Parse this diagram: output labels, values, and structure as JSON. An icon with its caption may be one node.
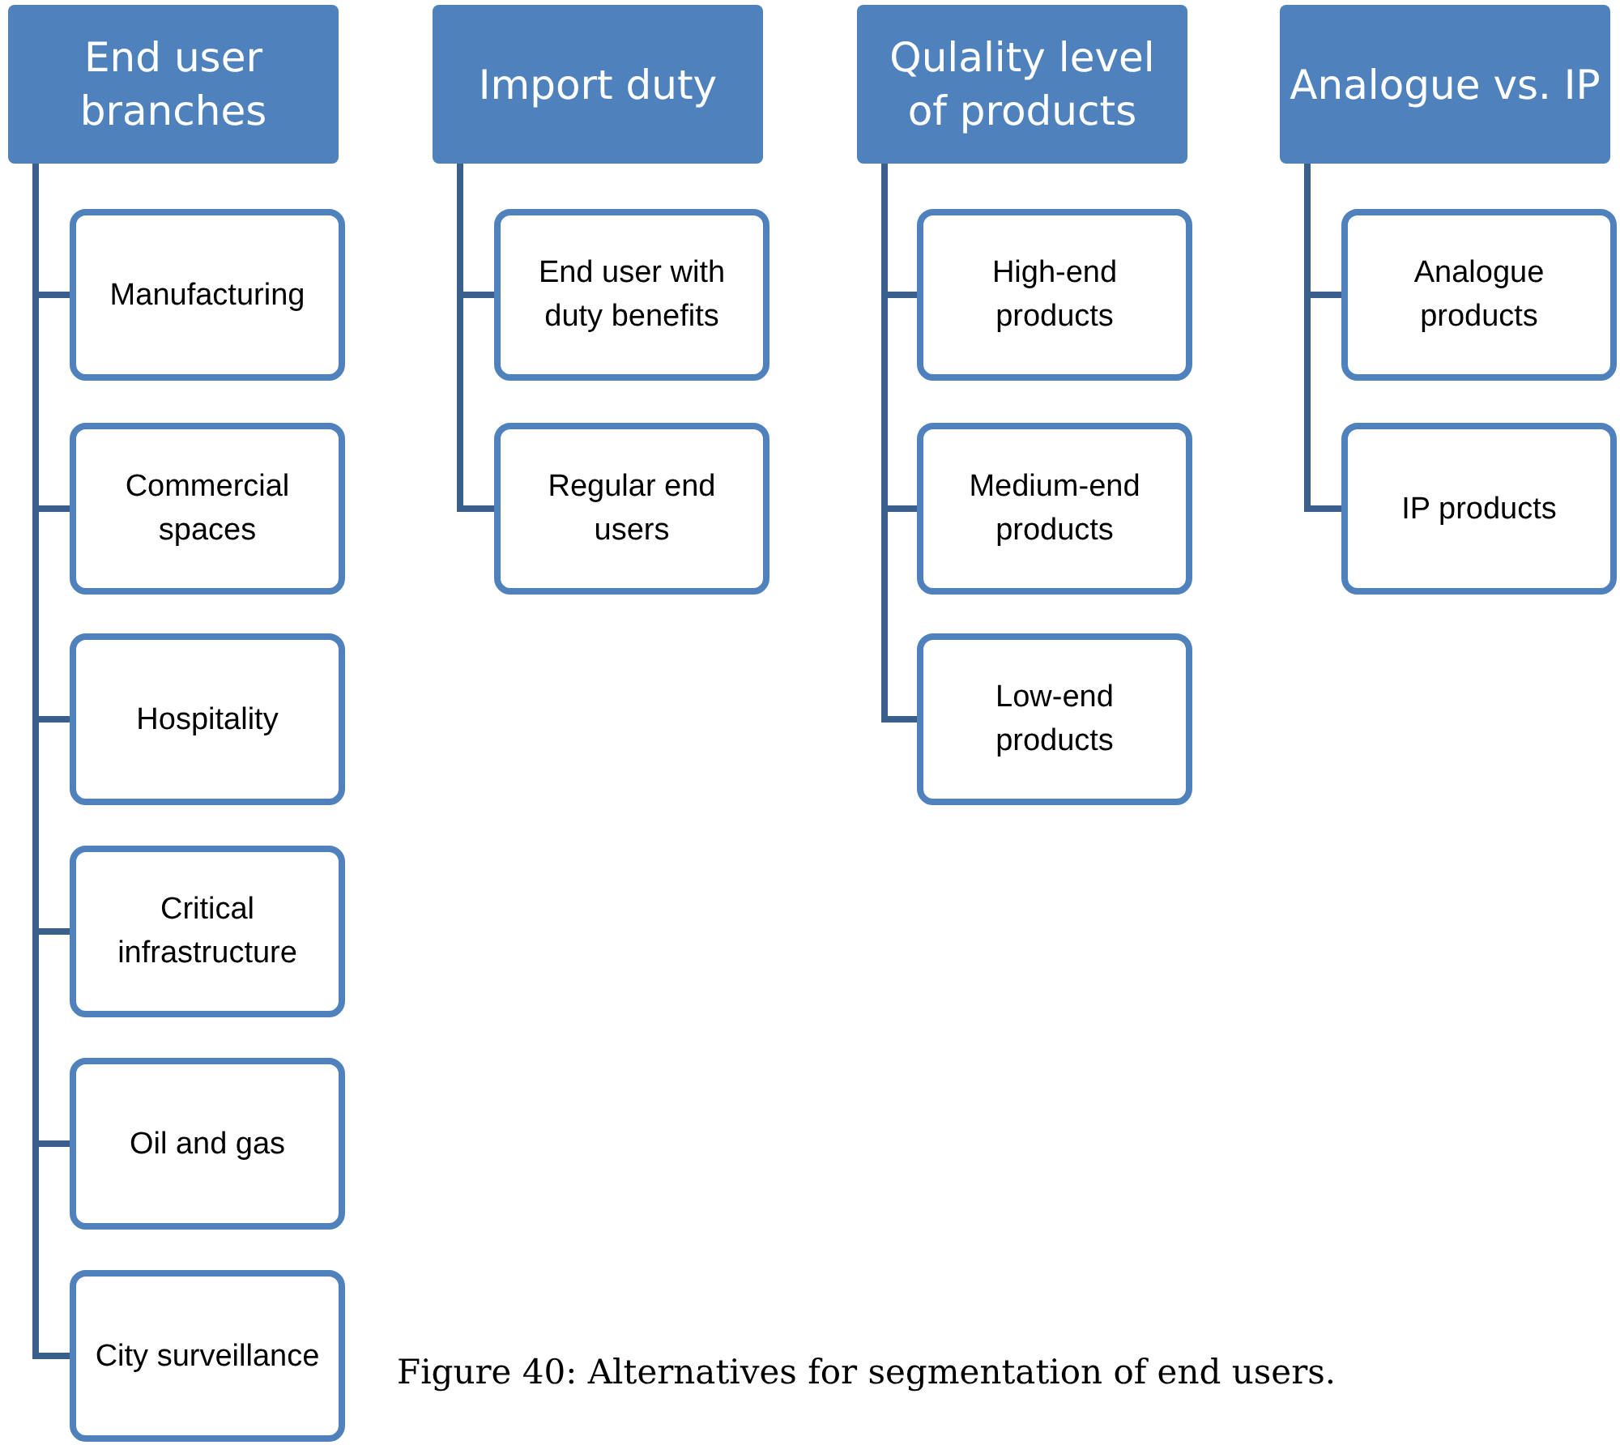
{
  "diagram": {
    "caption": "Figure 40: Alternatives for segmentation of end users.",
    "nodes": [
      {
        "text": [
          "End user branches"
        ]
      },
      {
        "text": [
          "Manufacturing"
        ]
      },
      {
        "text": [
          "Commercial spaces"
        ]
      },
      {
        "text": [
          "Hospitality"
        ]
      },
      {
        "text": [
          "Critical infrastructure"
        ]
      },
      {
        "text": [
          "Oil and gas"
        ]
      },
      {
        "text": [
          "City surveillance"
        ]
      },
      {
        "text": [
          "Import duty"
        ]
      },
      {
        "text": [
          "End user with duty benefits"
        ]
      },
      {
        "text": [
          "Regular end users"
        ]
      },
      {
        "text": [
          "Qulality level of products"
        ]
      },
      {
        "text": [
          "High-end products"
        ]
      },
      {
        "text": [
          "Medium-end products"
        ]
      },
      {
        "text": [
          "Low-end products"
        ]
      },
      {
        "text": [
          "Analogue vs. IP"
        ]
      },
      {
        "text": [
          "Analogue products"
        ]
      },
      {
        "text": [
          "IP products"
        ]
      }
    ],
    "edges": [
      {
        "from": 0,
        "to": 1,
        "arrow": "none"
      },
      {
        "from": 0,
        "to": 2,
        "arrow": "none"
      },
      {
        "from": 0,
        "to": 3,
        "arrow": "none"
      },
      {
        "from": 0,
        "to": 4,
        "arrow": "none"
      },
      {
        "from": 0,
        "to": 5,
        "arrow": "none"
      },
      {
        "from": 0,
        "to": 6,
        "arrow": "none"
      },
      {
        "from": 7,
        "to": 8,
        "arrow": "none"
      },
      {
        "from": 7,
        "to": 9,
        "arrow": "none"
      },
      {
        "from": 10,
        "to": 11,
        "arrow": "none"
      },
      {
        "from": 10,
        "to": 12,
        "arrow": "none"
      },
      {
        "from": 10,
        "to": 13,
        "arrow": "none"
      },
      {
        "from": 14,
        "to": 15,
        "arrow": "none"
      },
      {
        "from": 14,
        "to": 16,
        "arrow": "none"
      }
    ]
  }
}
